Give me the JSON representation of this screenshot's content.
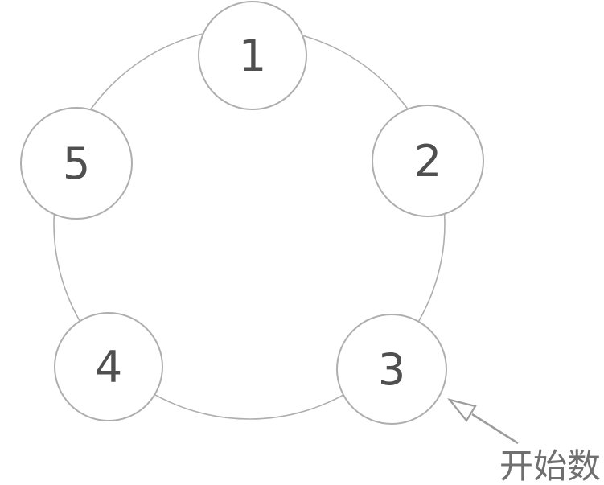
{
  "figure": {
    "type": "circular-counting-diagram",
    "nodes": [
      {
        "label": "1"
      },
      {
        "label": "2"
      },
      {
        "label": "3"
      },
      {
        "label": "4"
      },
      {
        "label": "5"
      }
    ],
    "annotation": {
      "label": "开始数",
      "target_node": "3"
    },
    "colors": {
      "background": "#ffffff",
      "circle_outline": "#aeaeae",
      "number_text": "#4f4f4f",
      "arrow": "#9c9c9c",
      "annotation_text": "#6f6f6f"
    }
  }
}
